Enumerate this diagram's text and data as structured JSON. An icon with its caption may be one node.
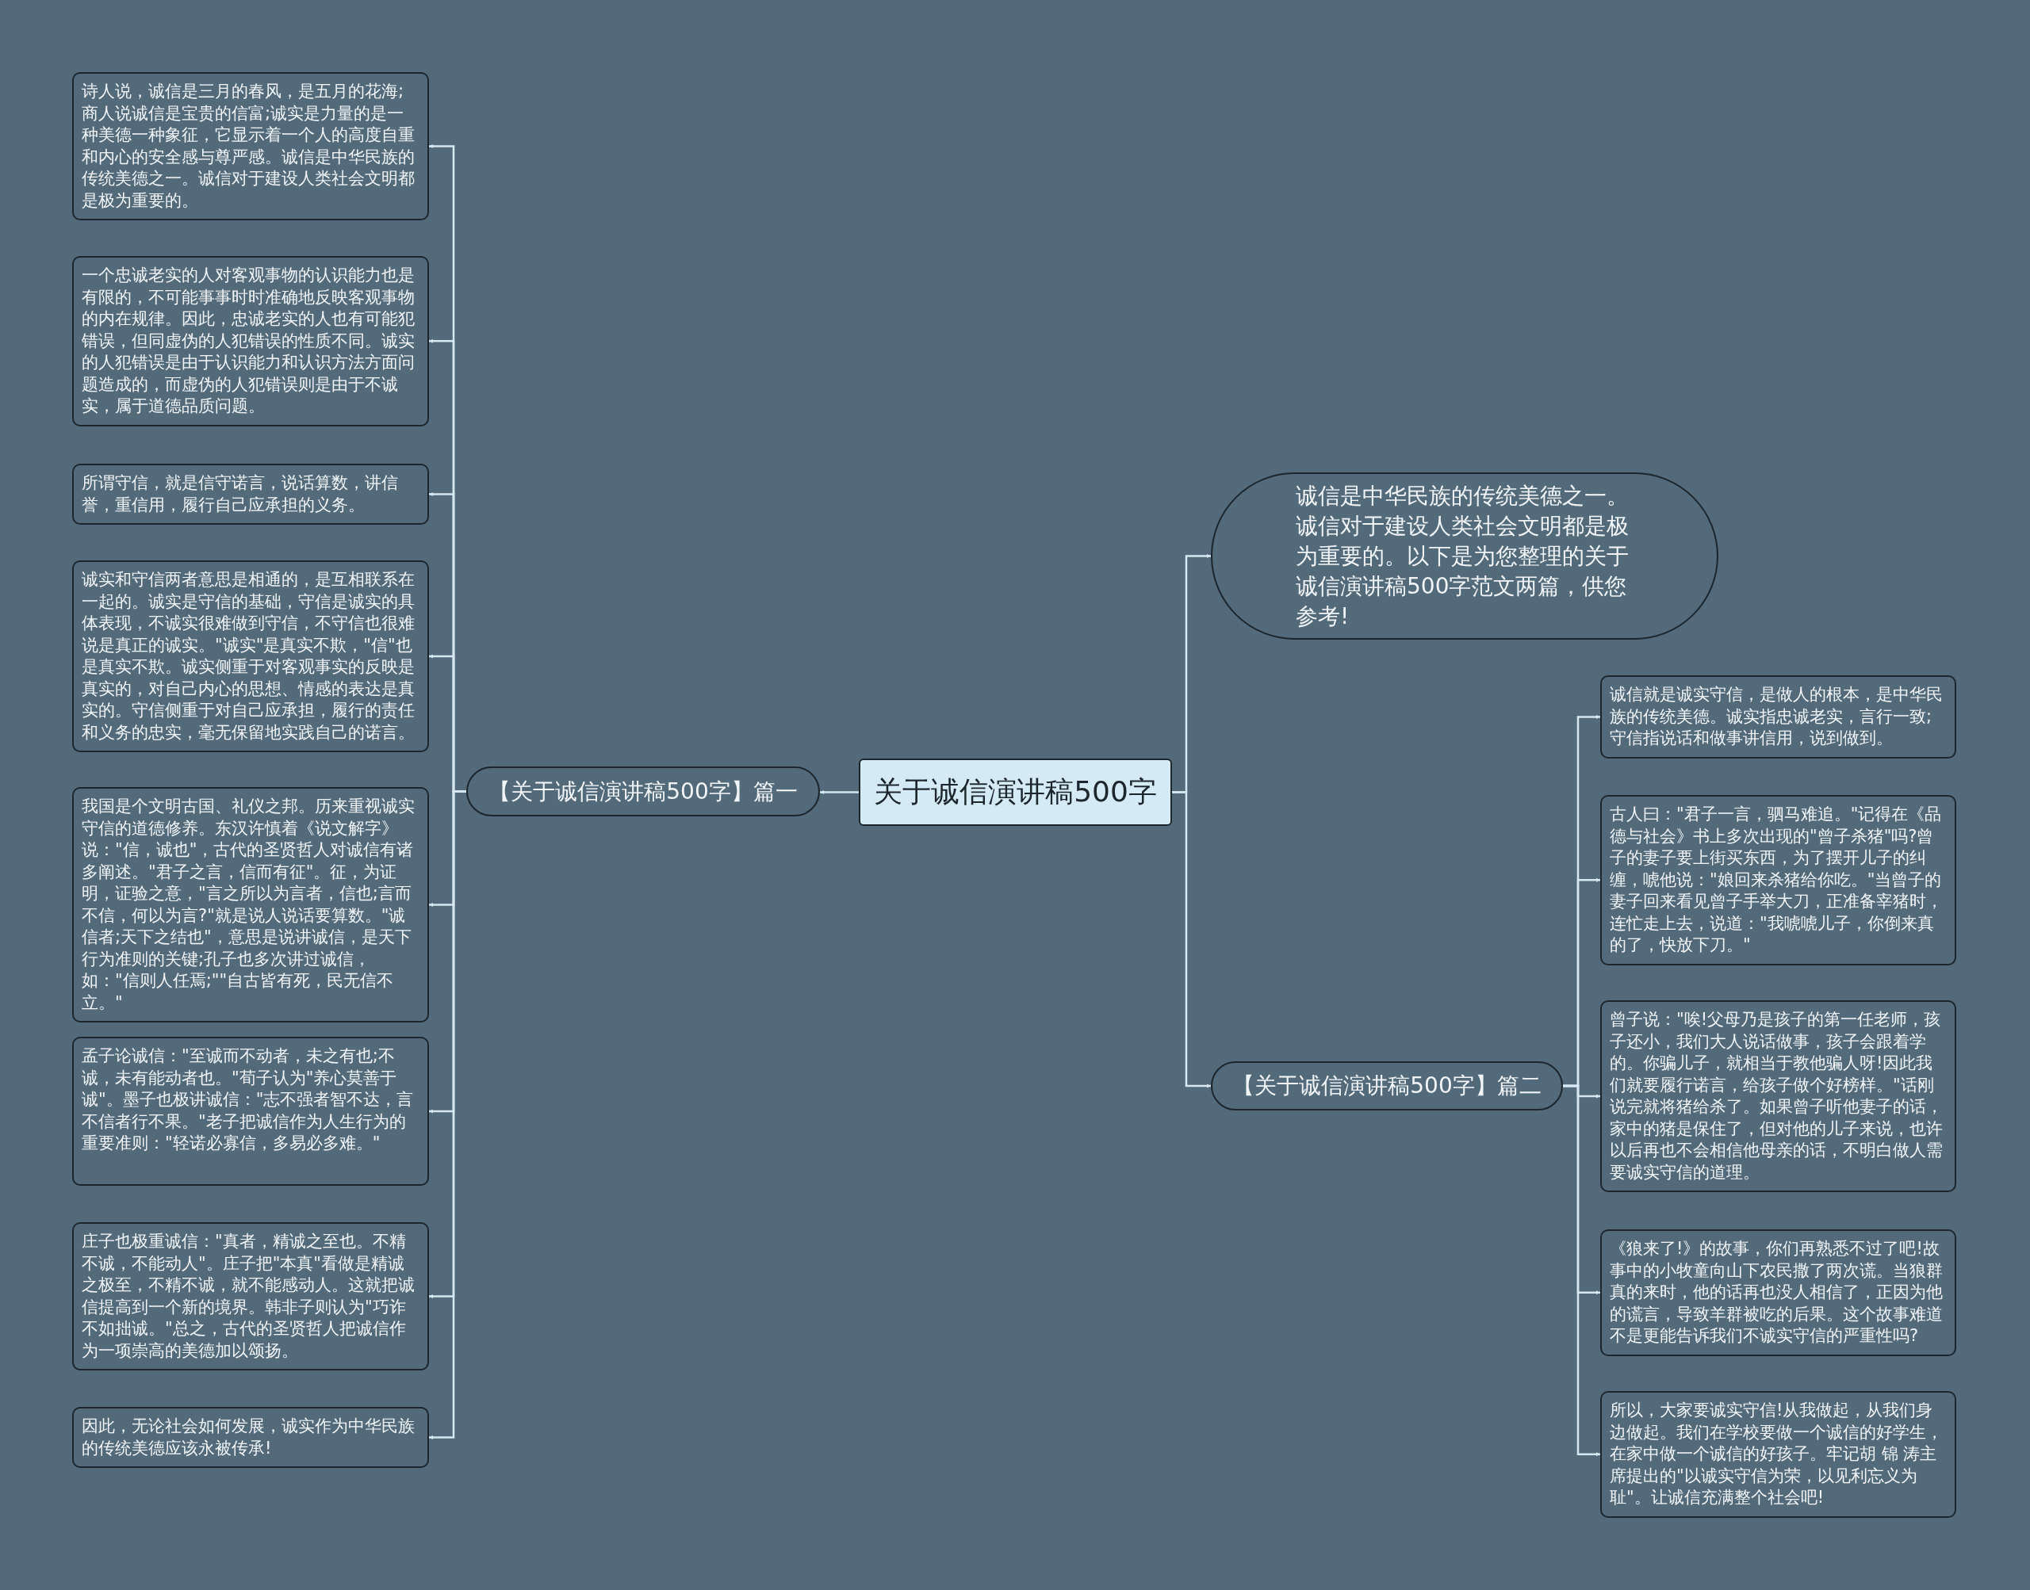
{
  "diagram": {
    "nodes": [
      {
        "text": [
          "关于诚信演讲稿500字"
        ]
      },
      {
        "text": [
          "【关于诚信演讲稿500字】篇一"
        ]
      },
      {
        "text": [
          "诗人说，诚信是三月的春风，是五月的花海;商人说诚信是宝贵的信富;诚实是力量的是一种美德一种象征，它显示着一个人的高度自重和内心的安全感与尊严感。诚信是中华民族的传统美德之一。诚信对于建设人类社会文明都是极为重要的。"
        ]
      },
      {
        "text": [
          "一个忠诚老实的人对客观事物的认识能力也是有限的，不可能事事时时准确地反映客观事物的内在规律。因此，忠诚老实的人也有可能犯错误，但同虚伪的人犯错误的性质不同。诚实的人犯错误是由于认识能力和认识方法方面问题造成的，而虚伪的人犯错误则是由于不诚实，属于道德品质问题。"
        ]
      },
      {
        "text": [
          "所谓守信，就是信守诺言，说话算数，讲信誉，重信用，履行自己应承担的义务。"
        ]
      },
      {
        "text": [
          "诚实和守信两者意思是相通的，是互相联系在一起的。诚实是守信的基础，守信是诚实的具体表现，不诚实很难做到守信，不守信也很难说是真正的诚实。\"诚实\"是真实不欺，\"信\"也是真实不欺。诚实侧重于对客观事实的反映是真实的，对自己内心的思想、情感的表达是真实的。守信侧重于对自己应承担，履行的责任和义务的忠实，毫无保留地实践自己的诺言。"
        ]
      },
      {
        "text": [
          "我国是个文明古国、礼仪之邦。历来重视诚实守信的道德修养。东汉许慎着《说文解字》说：\"信，诚也\"，古代的圣贤哲人对诚信有诸多阐述。\"君子之言，信而有征\"。征，为证明，证验之意，\"言之所以为言者，信也;言而不信，何以为言?\"就是说人说话要算数。\"诚信者;天下之结也\"，意思是说讲诚信，是天下行为准则的关键;孔子也多次讲过诚信，如：\"信则人任焉;\"\"自古皆有死，民无信不立。\""
        ]
      },
      {
        "text": [
          "孟子论诚信：\"至诚而不动者，未之有也;不诚，未有能动者也。\"荀子认为\"养心莫善于诚\"。墨子也极讲诚信：\"志不强者智不达，言不信者行不果。\"老子把诚信作为人生行为的重要准则：\"轻诺必寡信，多易必多难。\""
        ]
      },
      {
        "text": [
          "庄子也极重诚信：\"真者，精诚之至也。不精不诚，不能动人\"。庄子把\"本真\"看做是精诚之极至，不精不诚，就不能感动人。这就把诚信提高到一个新的境界。韩非子则认为\"巧诈不如拙诚。\"总之，古代的圣贤哲人把诚信作为一项崇高的美德加以颂扬。"
        ]
      },
      {
        "text": [
          "因此，无论社会如何发展，诚实作为中华民族的传统美德应该永被传承!"
        ]
      },
      {
        "text": [
          "诚信是中华民族的传统美德之一。诚信对于建设人类社会文明都是极为重要的。以下是为您整理的关于诚信演讲稿500字范文两篇，供您参考!"
        ]
      },
      {
        "text": [
          "【关于诚信演讲稿500字】篇二"
        ]
      },
      {
        "text": [
          "诚信就是诚实守信，是做人的根本，是中华民族的传统美德。诚实指忠诚老实，言行一致;守信指说话和做事讲信用，说到做到。"
        ]
      },
      {
        "text": [
          "古人曰：\"君子一言，驷马难追。\"记得在《品德与社会》书上多次出现的\"曾子杀猪\"吗?曾子的妻子要上街买东西，为了摆开儿子的纠缠，唬他说：\"娘回来杀猪给你吃。\"当曾子的妻子回来看见曾子手举大刀，正准备宰猪时，连忙走上去，说道：\"我唬唬儿子，你倒来真的了，快放下刀。\""
        ]
      },
      {
        "text": [
          "曾子说：\"唉!父母乃是孩子的第一任老师，孩子还小，我们大人说话做事，孩子会跟着学的。你骗儿子，就相当于教他骗人呀!因此我们就要履行诺言，给孩子做个好榜样。\"话刚说完就将猪给杀了。如果曾子听他妻子的话，家中的猪是保住了，但对他的儿子来说，也许以后再也不会相信他母亲的话，不明白做人需要诚实守信的道理。"
        ]
      },
      {
        "text": [
          "《狼来了!》的故事，你们再熟悉不过了吧!故事中的小牧童向山下农民撒了两次谎。当狼群真的来时，他的话再也没人相信了，正因为他的谎言，导致羊群被吃的后果。这个故事难道不是更能告诉我们不诚实守信的严重性吗?"
        ]
      },
      {
        "text": [
          "所以，大家要诚实守信!从我做起，从我们身边做起。我们在学校要做一个诚信的好学生，在家中做一个诚信的好孩子。牢记胡 锦 涛主席提出的\"以诚实守信为荣，以见利忘义为耻\"。让诚信充满整个社会吧!"
        ]
      }
    ],
    "edges": [
      {
        "from": 0,
        "to": 1,
        "arrow": "to"
      },
      {
        "from": 1,
        "to": 2,
        "arrow": "to"
      },
      {
        "from": 1,
        "to": 3,
        "arrow": "to"
      },
      {
        "from": 1,
        "to": 4,
        "arrow": "to"
      },
      {
        "from": 1,
        "to": 5,
        "arrow": "to"
      },
      {
        "from": 1,
        "to": 6,
        "arrow": "to"
      },
      {
        "from": 1,
        "to": 7,
        "arrow": "to"
      },
      {
        "from": 1,
        "to": 8,
        "arrow": "to"
      },
      {
        "from": 1,
        "to": 9,
        "arrow": "to"
      },
      {
        "from": 0,
        "to": 10,
        "arrow": "to"
      },
      {
        "from": 0,
        "to": 11,
        "arrow": "to"
      },
      {
        "from": 11,
        "to": 12,
        "arrow": "to"
      },
      {
        "from": 11,
        "to": 13,
        "arrow": "to"
      },
      {
        "from": 11,
        "to": 14,
        "arrow": "to"
      },
      {
        "from": 11,
        "to": 15,
        "arrow": "to"
      },
      {
        "from": 11,
        "to": 16,
        "arrow": "to"
      }
    ]
  }
}
